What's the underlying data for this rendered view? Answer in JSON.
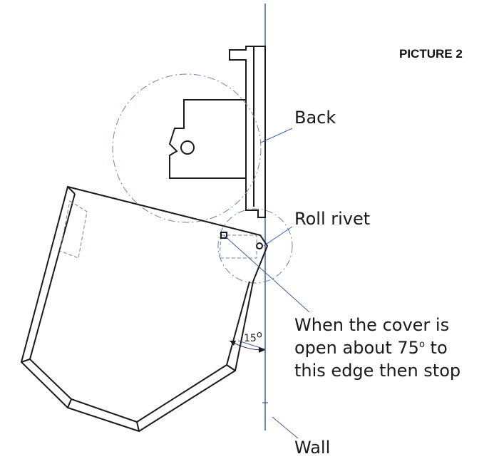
{
  "title": "PICTURE 2",
  "labels": {
    "back": "Back",
    "roll_rivet": "Roll rivet",
    "note_line1": "When the cover is",
    "note_line2_pre": "open about 75",
    "note_line2_post": " to",
    "note_line3": "this edge then stop",
    "wall": "Wall",
    "angle_value": "15",
    "degree_symbol": "o"
  },
  "colors": {
    "ink": "#1a1a1a",
    "wall_line": "#3b5ea8",
    "construction": "#6b82b8"
  }
}
